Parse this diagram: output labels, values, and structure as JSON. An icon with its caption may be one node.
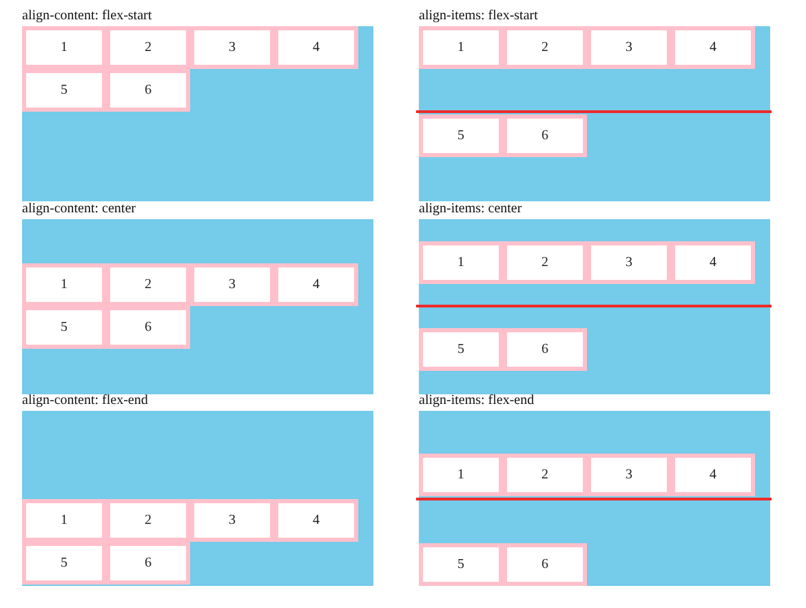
{
  "diagram": {
    "nodes": [
      {
        "text": [
          "align-content: flex-start"
        ]
      },
      {
        "text": [
          "1"
        ],
        "in": 0
      },
      {
        "text": [
          "2"
        ],
        "in": 0
      },
      {
        "text": [
          "3"
        ],
        "in": 0
      },
      {
        "text": [
          "4"
        ],
        "in": 0
      },
      {
        "text": [
          "5"
        ],
        "in": 0
      },
      {
        "text": [
          "6"
        ],
        "in": 0
      },
      {
        "text": [
          "align-items: flex-start"
        ]
      },
      {
        "text": [
          "1"
        ],
        "in": 7
      },
      {
        "text": [
          "2"
        ],
        "in": 7
      },
      {
        "text": [
          "3"
        ],
        "in": 7
      },
      {
        "text": [
          "4"
        ],
        "in": 7
      },
      {
        "text": [
          "5"
        ],
        "in": 7
      },
      {
        "text": [
          "6"
        ],
        "in": 7
      },
      {
        "text": [
          "align-content: center"
        ]
      },
      {
        "text": [
          "1"
        ],
        "in": 14
      },
      {
        "text": [
          "2"
        ],
        "in": 14
      },
      {
        "text": [
          "3"
        ],
        "in": 14
      },
      {
        "text": [
          "4"
        ],
        "in": 14
      },
      {
        "text": [
          "5"
        ],
        "in": 14
      },
      {
        "text": [
          "6"
        ],
        "in": 14
      },
      {
        "text": [
          "align-items: center"
        ]
      },
      {
        "text": [
          "1"
        ],
        "in": 21
      },
      {
        "text": [
          "2"
        ],
        "in": 21
      },
      {
        "text": [
          "3"
        ],
        "in": 21
      },
      {
        "text": [
          "4"
        ],
        "in": 21
      },
      {
        "text": [
          "5"
        ],
        "in": 21
      },
      {
        "text": [
          "6"
        ],
        "in": 21
      },
      {
        "text": [
          "align-content: flex-end"
        ]
      },
      {
        "text": [
          "1"
        ],
        "in": 28
      },
      {
        "text": [
          "2"
        ],
        "in": 28
      },
      {
        "text": [
          "3"
        ],
        "in": 28
      },
      {
        "text": [
          "4"
        ],
        "in": 28
      },
      {
        "text": [
          "5"
        ],
        "in": 28
      },
      {
        "text": [
          "6"
        ],
        "in": 28
      },
      {
        "text": [
          "align-items: flex-end"
        ]
      },
      {
        "text": [
          "1"
        ],
        "in": 35
      },
      {
        "text": [
          "2"
        ],
        "in": 35
      },
      {
        "text": [
          "3"
        ],
        "in": 35
      },
      {
        "text": [
          "4"
        ],
        "in": 35
      },
      {
        "text": [
          "5"
        ],
        "in": 35
      },
      {
        "text": [
          "6"
        ],
        "in": 35
      }
    ]
  }
}
